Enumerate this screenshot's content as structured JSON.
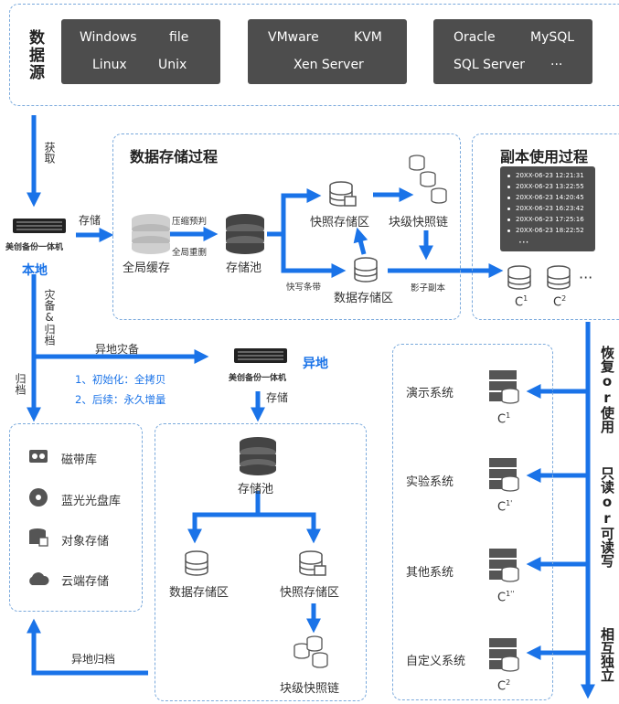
{
  "data_source": {
    "label": "数据源",
    "group1": {
      "a": "Windows",
      "b": "file",
      "c": "Linux",
      "d": "Unix"
    },
    "group2": {
      "a": "VMware",
      "b": "KVM",
      "c": "Xen Server"
    },
    "group3": {
      "a": "Oracle",
      "b": "MySQL",
      "c": "SQL Server",
      "d": "···"
    }
  },
  "acquire": "获取",
  "device_name": "美创备份一体机",
  "local": "本地",
  "store": "存储",
  "process": {
    "title": "数据存储过程",
    "global_cache": "全局缓存",
    "compress": "压缩预判",
    "dedup": "全局重删",
    "pool": "存储池",
    "fast_write": "快写条带",
    "snapshot_area": "快照存储区",
    "block_chain": "块级快照链",
    "data_area": "数据存储区",
    "shadow": "影子副本"
  },
  "copy_usage": {
    "title": "副本使用过程",
    "log": [
      "20XX-06-23 12:21:31",
      "20XX-06-23 13:22:55",
      "20XX-06-23 14:20:45",
      "20XX-06-23 16:23:42",
      "20XX-06-23 17:25:16",
      "20XX-06-23 18:22:52"
    ],
    "log_more": "···",
    "c1": "C",
    "c1_sup": "1",
    "c2": "C",
    "c2_sup": "2",
    "more": "···"
  },
  "disaster": {
    "vertical": "灾备&归档",
    "archive_left": "归档",
    "remote_backup": "异地灾备",
    "step1": "1、初始化：全拷贝",
    "step2": "2、后续：永久增量",
    "remote": "异地",
    "store": "存储"
  },
  "archive_targets": {
    "tape": "磁带库",
    "bluray": "蓝光光盘库",
    "object": "对象存储",
    "cloud": "云端存储",
    "remote_archive": "异地归档"
  },
  "remote_process": {
    "pool": "存储池",
    "data_area": "数据存储区",
    "snapshot_area": "快照存储区",
    "block_chain": "块级快照链"
  },
  "systems": [
    {
      "name": "演示系统",
      "c": "C",
      "sup": "1"
    },
    {
      "name": "实验系统",
      "c": "C",
      "sup": "1'"
    },
    {
      "name": "其他系统",
      "c": "C",
      "sup": "1''"
    },
    {
      "name": "自定义系统",
      "c": "C",
      "sup": "2"
    }
  ],
  "right_labels": {
    "restore": "恢复or使用",
    "readwrite": "只读or可读写",
    "independent": "相互独立"
  },
  "colors": {
    "blue": "#1a73e8",
    "dark": "#4d4d4d",
    "dash": "#7aa9dc"
  }
}
